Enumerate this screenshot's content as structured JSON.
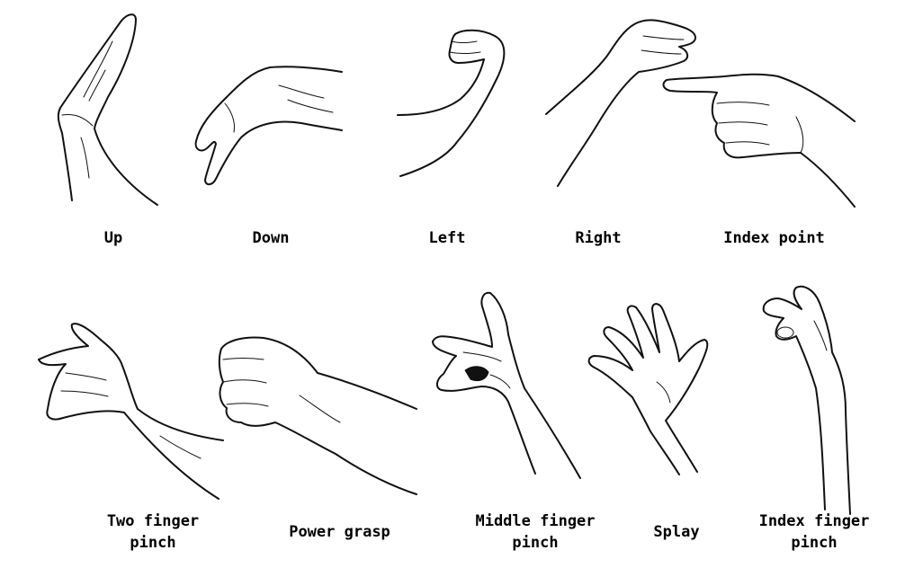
{
  "gestures": [
    {
      "id": "up",
      "lines": [
        "Up"
      ]
    },
    {
      "id": "down",
      "lines": [
        "Down"
      ]
    },
    {
      "id": "left",
      "lines": [
        "Left"
      ]
    },
    {
      "id": "right",
      "lines": [
        "Right"
      ]
    },
    {
      "id": "index-point",
      "lines": [
        "Index point"
      ]
    },
    {
      "id": "two-finger-pinch",
      "lines": [
        "Two finger",
        "pinch"
      ]
    },
    {
      "id": "power-grasp",
      "lines": [
        "Power grasp"
      ]
    },
    {
      "id": "middle-finger-pinch",
      "lines": [
        "Middle finger",
        "pinch"
      ]
    },
    {
      "id": "splay",
      "lines": [
        "Splay"
      ]
    },
    {
      "id": "index-finger-pinch",
      "lines": [
        "Index finger",
        "pinch"
      ]
    }
  ]
}
